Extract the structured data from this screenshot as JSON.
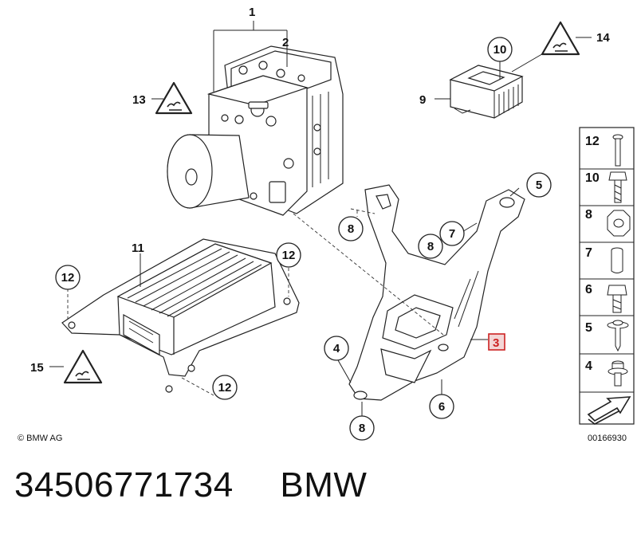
{
  "copyright": "© BMW AG",
  "diagram_id": "00166930",
  "footer": {
    "part_number": "34506771734",
    "brand": "BMW"
  },
  "callouts": {
    "c1": "1",
    "c2": "2",
    "c3": "3",
    "c4": "4",
    "c5": "5",
    "c6": "6",
    "c7": "7",
    "c8a": "8",
    "c8b": "8",
    "c8c": "8",
    "c9": "9",
    "c10": "10",
    "c11": "11",
    "c12a": "12",
    "c12b": "12",
    "c12c": "12",
    "c13": "13",
    "c14": "14",
    "c15": "15"
  },
  "legend": [
    {
      "label": "12",
      "icon": "bolt-long-icon"
    },
    {
      "label": "10",
      "icon": "hex-bolt-icon"
    },
    {
      "label": "8",
      "icon": "hex-nut-icon"
    },
    {
      "label": "7",
      "icon": "sleeve-icon"
    },
    {
      "label": "6",
      "icon": "hex-bolt-short-icon"
    },
    {
      "label": "5",
      "icon": "screw-washer-icon"
    },
    {
      "label": "4",
      "icon": "rubber-mount-icon"
    }
  ],
  "colors": {
    "highlight": "#cc2222",
    "highlight_fill": "#f3d6d6",
    "line": "#222222"
  }
}
